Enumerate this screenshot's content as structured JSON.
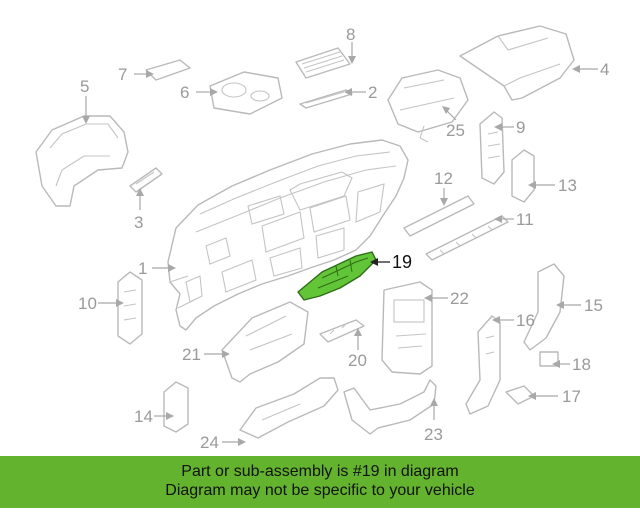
{
  "diagram": {
    "highlighted_part": "19",
    "callouts": [
      "1",
      "2",
      "3",
      "4",
      "5",
      "6",
      "7",
      "8",
      "9",
      "10",
      "11",
      "12",
      "13",
      "14",
      "15",
      "16",
      "17",
      "18",
      "19",
      "20",
      "21",
      "22",
      "23",
      "24",
      "25"
    ],
    "colors": {
      "highlight": "#62c538",
      "banner": "#63b32f",
      "linework": "#b9b9b9",
      "callout_text": "#9a9a9a"
    }
  },
  "banner": {
    "line1": "Part or sub-assembly is #19 in diagram",
    "line2": "Diagram may not be specific to your vehicle"
  }
}
